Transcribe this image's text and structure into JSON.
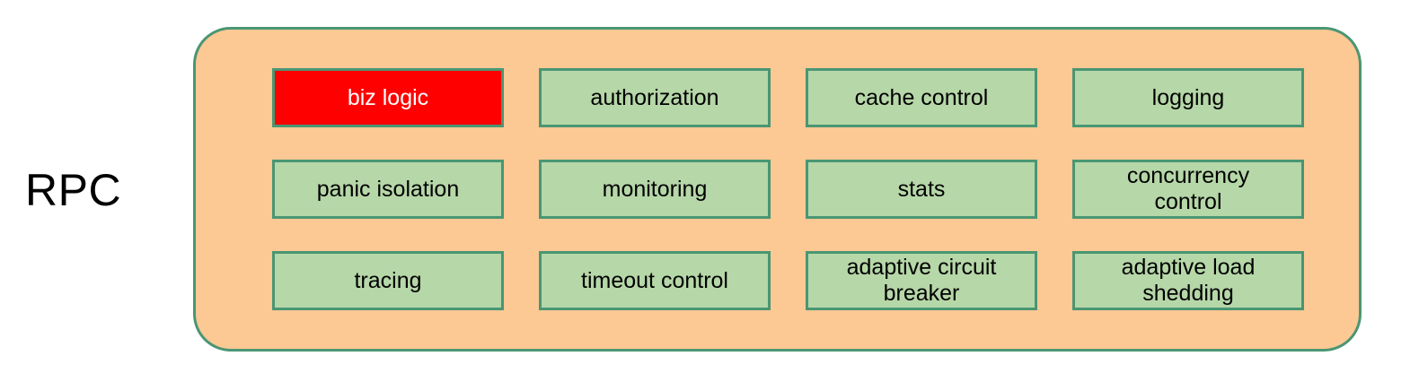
{
  "diagram": {
    "side_label": "RPC",
    "container": {
      "name": "rpc-container",
      "fill_color": "#fcc894",
      "border_color": "#4a9673"
    },
    "box_colors": {
      "default_fill": "#b6d7a8",
      "default_border": "#4a9673",
      "default_text": "#000000",
      "highlight_fill": "#ff0000",
      "highlight_text": "#ffffff"
    },
    "rows": [
      [
        {
          "label": "biz logic",
          "highlighted": true
        },
        {
          "label": "authorization",
          "highlighted": false
        },
        {
          "label": "cache control",
          "highlighted": false
        },
        {
          "label": "logging",
          "highlighted": false
        }
      ],
      [
        {
          "label": "panic isolation",
          "highlighted": false
        },
        {
          "label": "monitoring",
          "highlighted": false
        },
        {
          "label": "stats",
          "highlighted": false
        },
        {
          "label": "concurrency\ncontrol",
          "highlighted": false
        }
      ],
      [
        {
          "label": "tracing",
          "highlighted": false
        },
        {
          "label": "timeout control",
          "highlighted": false
        },
        {
          "label": "adaptive circuit\nbreaker",
          "highlighted": false
        },
        {
          "label": "adaptive load\nshedding",
          "highlighted": false
        }
      ]
    ]
  }
}
